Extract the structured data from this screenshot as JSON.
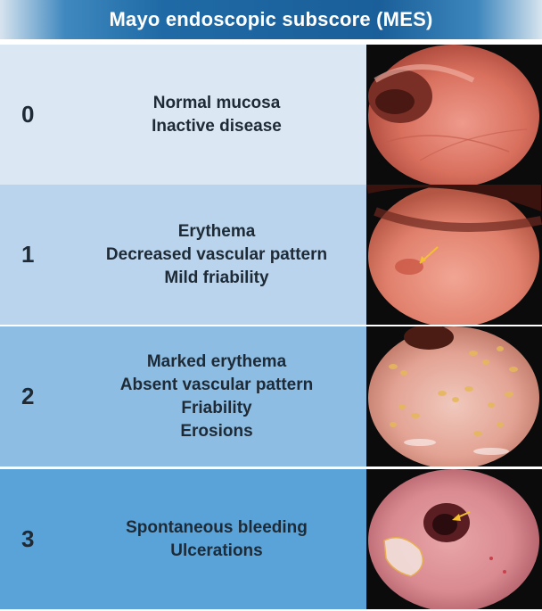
{
  "header": {
    "title": "Mayo endoscopic subscore (MES)"
  },
  "rows": [
    {
      "score": "0",
      "lines": [
        "Normal mucosa",
        "Inactive disease"
      ],
      "background": "#dbe8f4",
      "image_icon": "endoscopy-normal-mucosa-image"
    },
    {
      "score": "1",
      "lines": [
        "Erythema",
        "Decreased vascular pattern",
        "Mild friability"
      ],
      "background": "#b9d4ec",
      "image_icon": "endoscopy-mild-image"
    },
    {
      "score": "2",
      "lines": [
        "Marked erythema",
        "Absent vascular pattern",
        "Friability",
        "Erosions"
      ],
      "background": "#8ebde3",
      "image_icon": "endoscopy-moderate-image"
    },
    {
      "score": "3",
      "lines": [
        "Spontaneous bleeding",
        "Ulcerations"
      ],
      "background": "#5aa3d8",
      "image_icon": "endoscopy-severe-image"
    }
  ]
}
